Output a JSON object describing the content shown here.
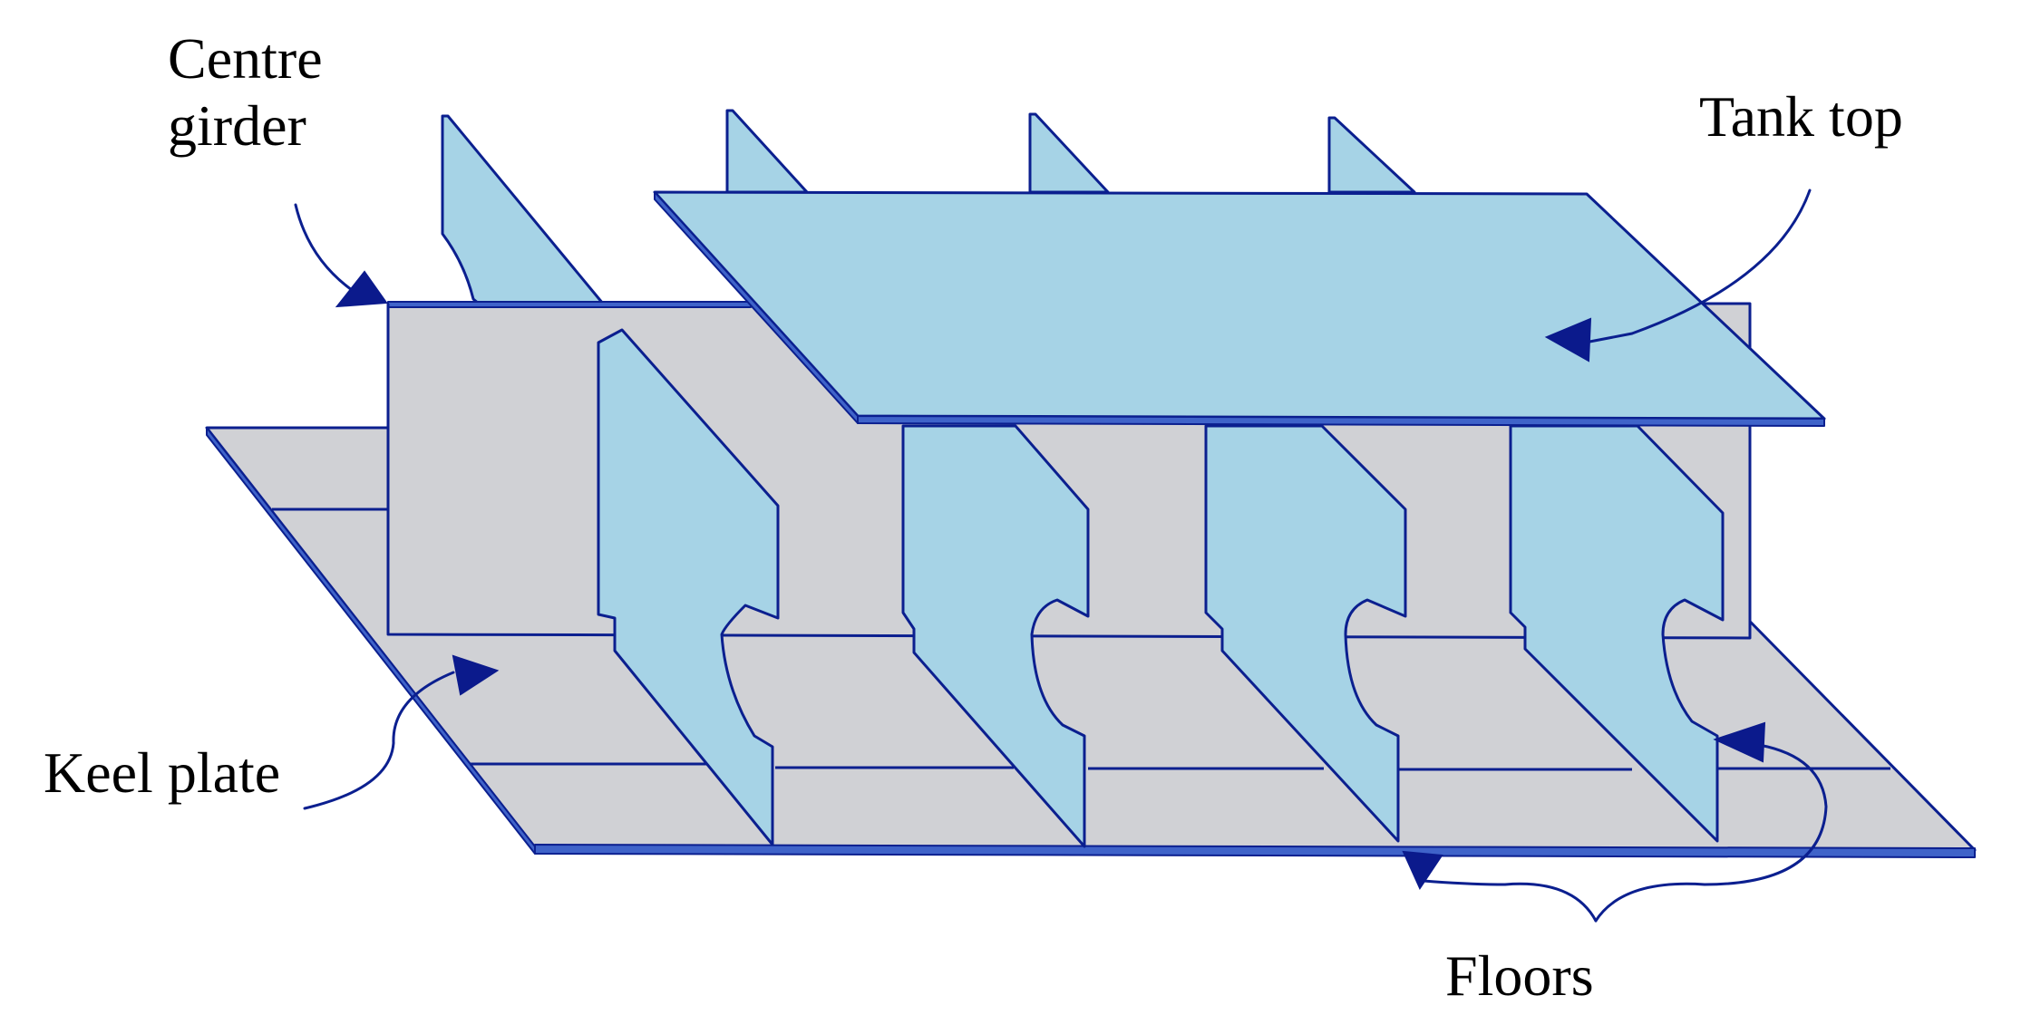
{
  "labels": {
    "centre_girder_line1": "Centre",
    "centre_girder_line2": "girder",
    "tank_top": "Tank top",
    "keel_plate": "Keel plate",
    "floors": "Floors"
  },
  "colors": {
    "plate_grey": "#d0d1d5",
    "plate_blue": "#a6d3e6",
    "outline": "#0b1f8f",
    "arrow": "#0b1a8c"
  }
}
